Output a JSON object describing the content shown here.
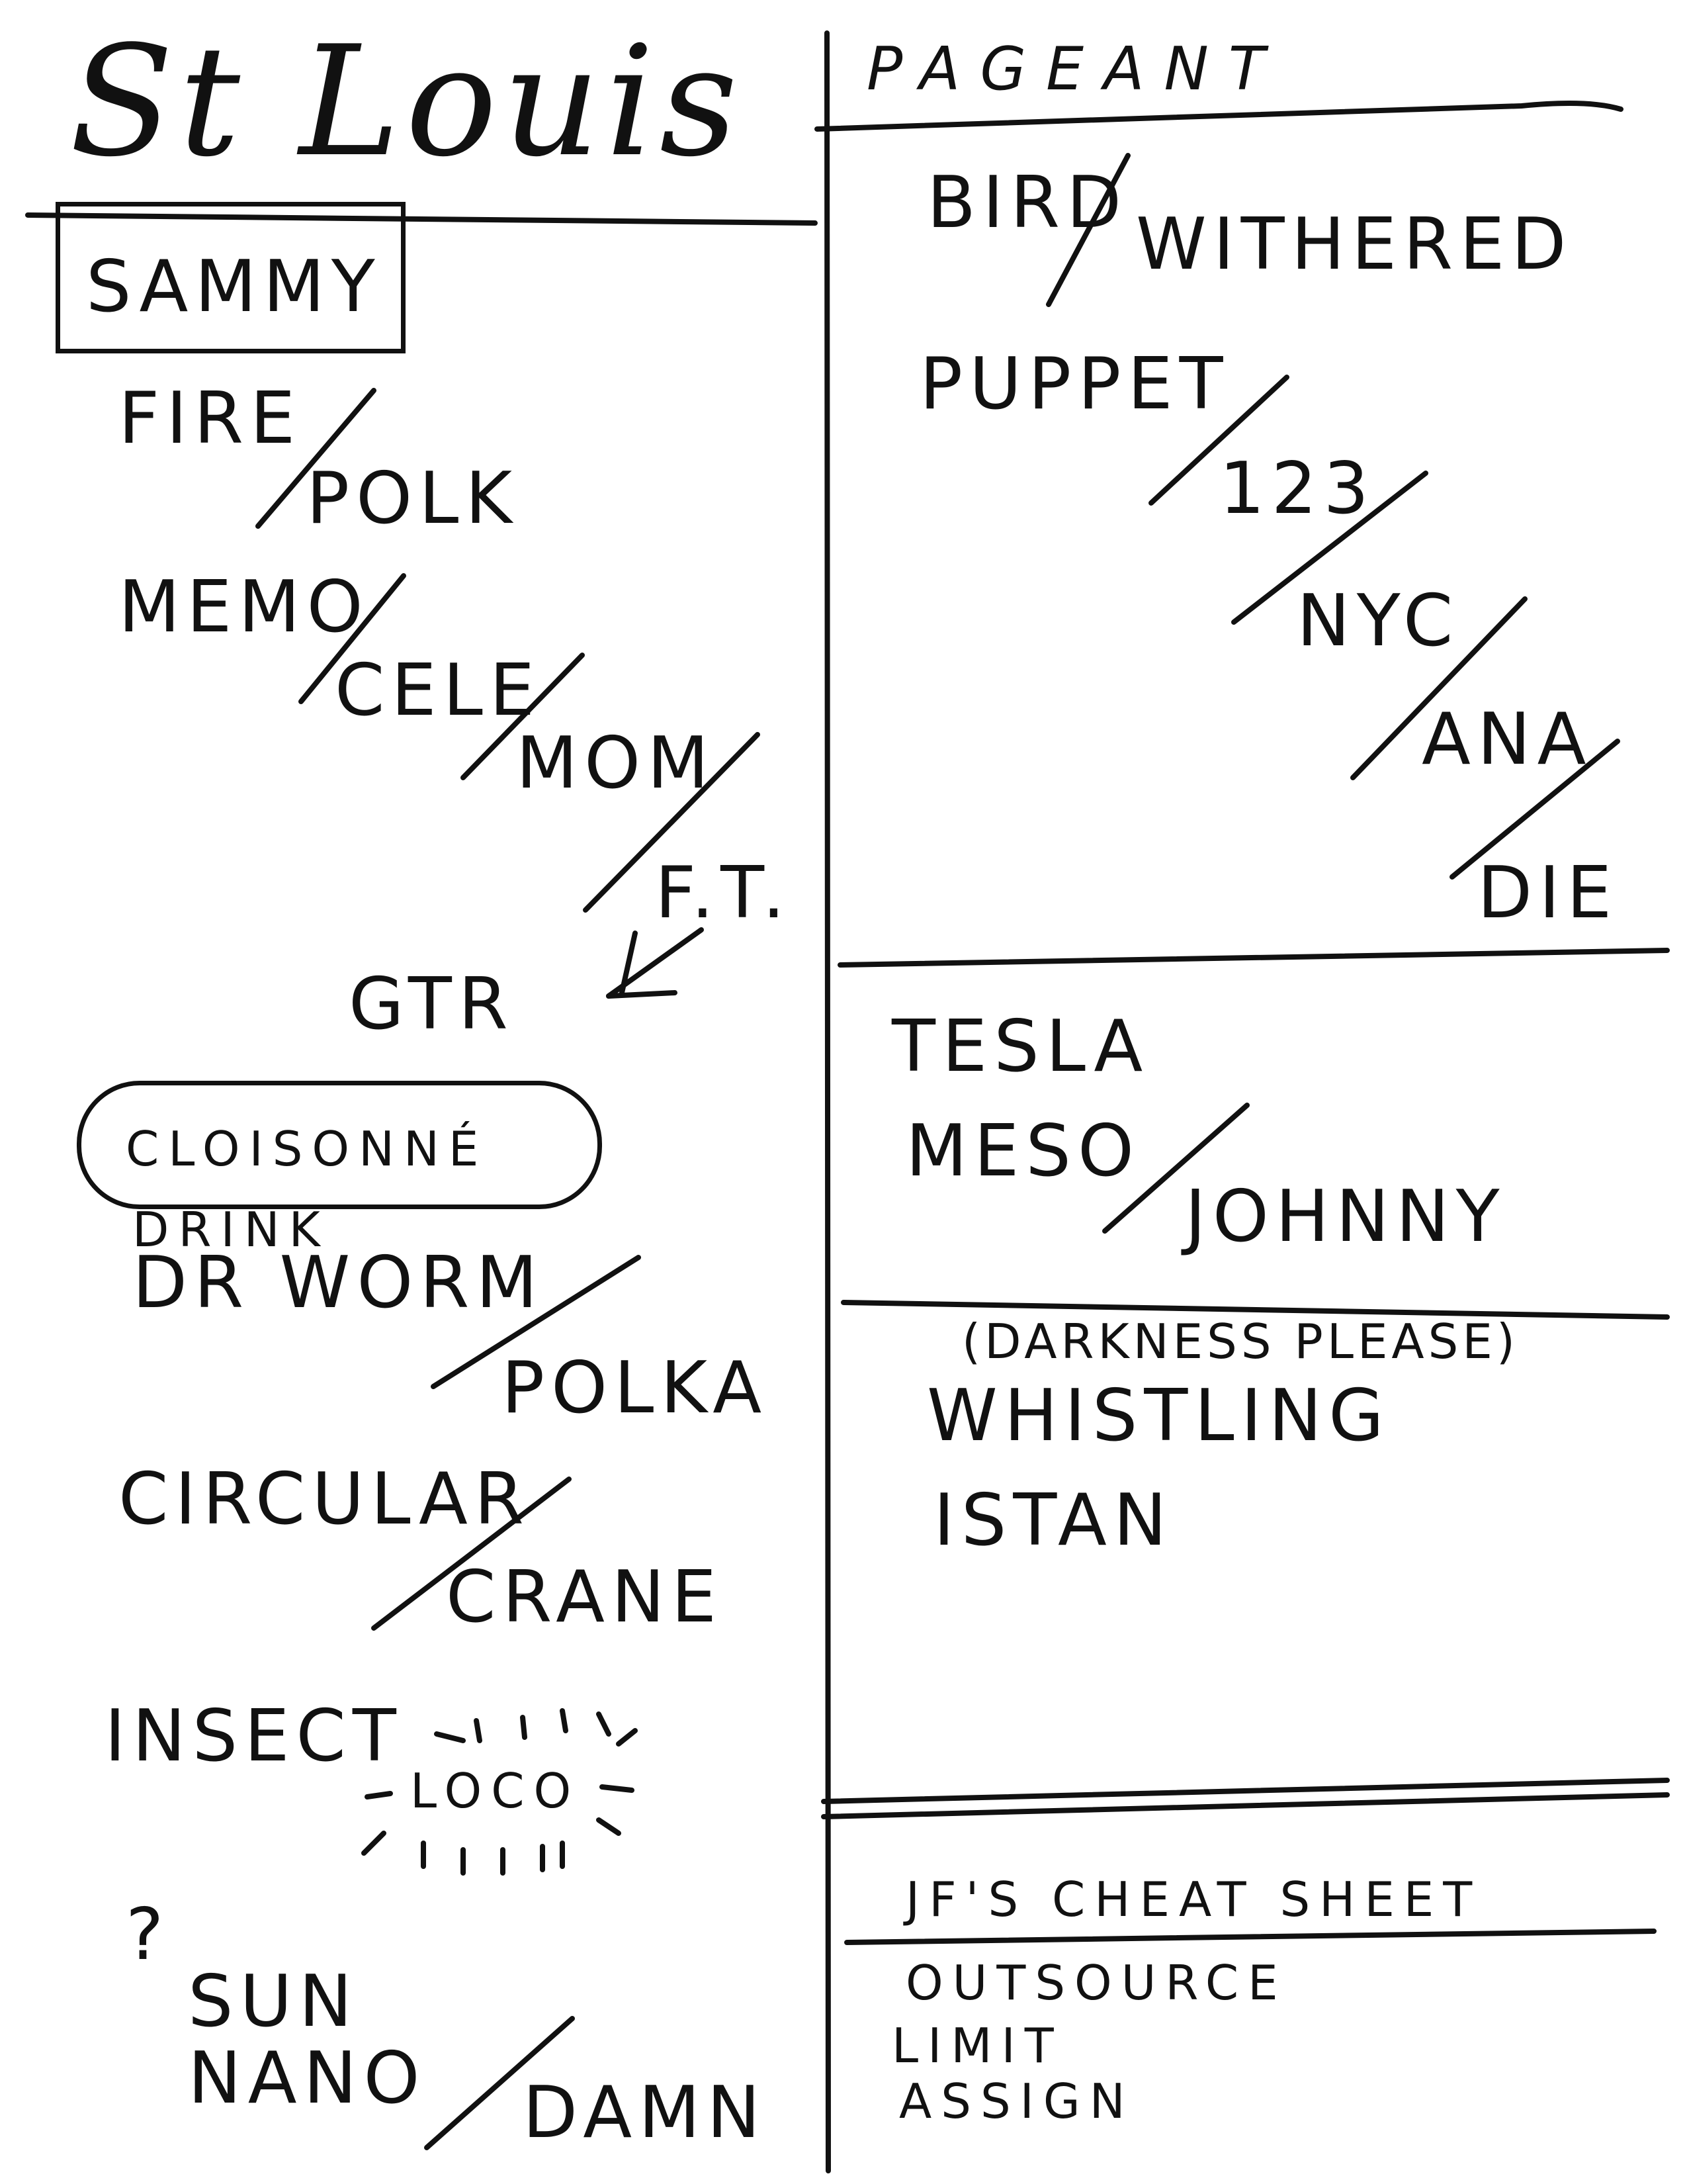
{
  "left": {
    "title": "St Louis",
    "boxed": "SAMMY",
    "items": [
      "FIRE",
      "POLK",
      "MEMO",
      "CELE",
      "MOM",
      "F.T.",
      "GTR",
      "CLOISONNÉ",
      "DRINK",
      "DR WORM",
      "POLKA",
      "CIRCULAR",
      "CRANE",
      "INSECT",
      "LOCO",
      "?",
      "SUN",
      "NANO",
      "DAMN"
    ]
  },
  "right": {
    "title": "PAGEANT",
    "section1": [
      "BIRD",
      "WITHERED",
      "PUPPET",
      "123",
      "NYC",
      "ANA",
      "DIE"
    ],
    "section2": [
      "TESLA",
      "MESO",
      "JOHNNY"
    ],
    "section3": {
      "note": "(DARKNESS PLEASE)",
      "items": [
        "WHISTLING",
        "ISTAN"
      ]
    },
    "cheat_sheet": {
      "title": "JF'S CHEAT SHEET",
      "items": [
        "OUTSOURCE",
        "LIMIT",
        "ASSIGN"
      ]
    }
  }
}
